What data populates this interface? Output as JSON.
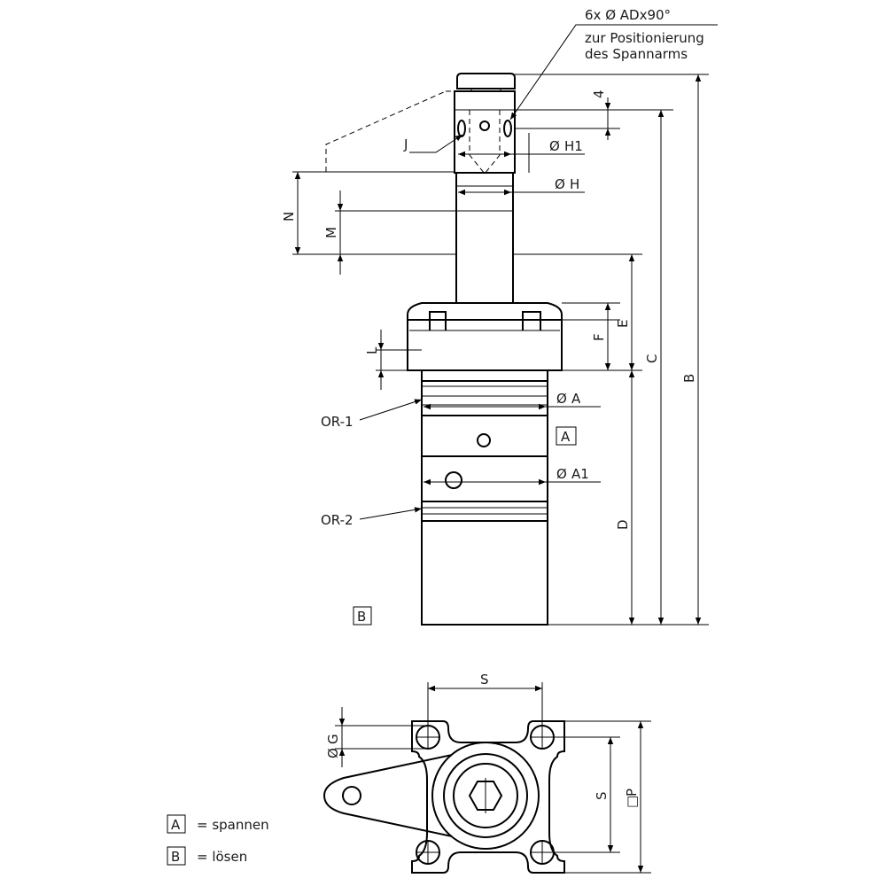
{
  "note": {
    "line1": "6x Ø ADx90°",
    "line2": "zur Positionierung",
    "line3": "des Spannarms"
  },
  "dimensions": {
    "four": "4",
    "h1": "H1",
    "h": "H",
    "j": "J",
    "n": "N",
    "m": "M",
    "e": "E",
    "f": "F",
    "l": "L",
    "c": "C",
    "b": "B",
    "a": "A",
    "a1": "A1",
    "d": "D",
    "s_top": "S",
    "s_side": "S",
    "g": "G",
    "p": "P"
  },
  "symbols": {
    "diameter": "Ø",
    "square": "□"
  },
  "callouts": {
    "or1": "OR-1",
    "or2": "OR-2",
    "port_a": "A",
    "port_b": "B"
  },
  "legend": [
    {
      "key": "A",
      "text": "= spannen"
    },
    {
      "key": "B",
      "text": "= lösen"
    }
  ]
}
